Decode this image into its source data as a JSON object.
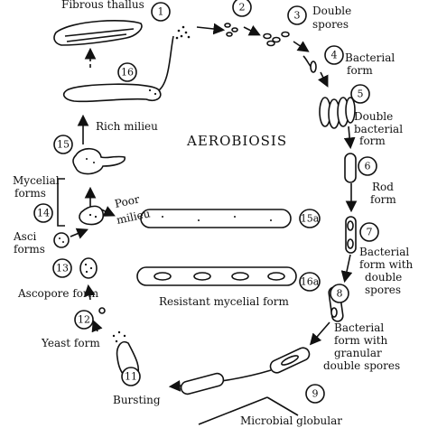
{
  "title": "AEROBIOSIS",
  "stages": [
    {
      "num": "1",
      "label": ""
    },
    {
      "num": "2",
      "label": ""
    },
    {
      "num": "3",
      "label_lines": [
        "Double",
        "spores"
      ]
    },
    {
      "num": "4",
      "label_lines": [
        "Bacterial",
        "form"
      ]
    },
    {
      "num": "5",
      "label_lines": [
        "Double",
        "bacterial",
        "form"
      ]
    },
    {
      "num": "6",
      "label_lines": [
        "Rod",
        "form"
      ]
    },
    {
      "num": "7",
      "label_lines": [
        "Bacterial",
        "form with",
        "double",
        "spores"
      ]
    },
    {
      "num": "8",
      "label_lines": [
        "Bacterial",
        "form with",
        "granular",
        "double spores"
      ]
    },
    {
      "num": "9",
      "label_lines": [
        "Microbial globular"
      ]
    },
    {
      "num": "11",
      "label_lines": [
        "Bursting"
      ]
    },
    {
      "num": "12",
      "label_lines": [
        "Yeast form"
      ]
    },
    {
      "num": "13",
      "label_lines": [
        "Ascopore form"
      ]
    },
    {
      "num": "14",
      "label_lines": [
        "Asci",
        "forms"
      ]
    },
    {
      "num": "15",
      "label_lines": [
        "Mycelial",
        "forms"
      ]
    },
    {
      "num": "16",
      "label_lines": [
        "Fibrous thallus"
      ]
    },
    {
      "num": "15a",
      "label_lines": [
        ""
      ]
    },
    {
      "num": "16a",
      "label_lines": [
        "Resistant mycelial form"
      ]
    }
  ],
  "annotations": {
    "rich_milieu": "Rich milieu",
    "poor_milieu": [
      "Poor",
      "milieu"
    ]
  }
}
